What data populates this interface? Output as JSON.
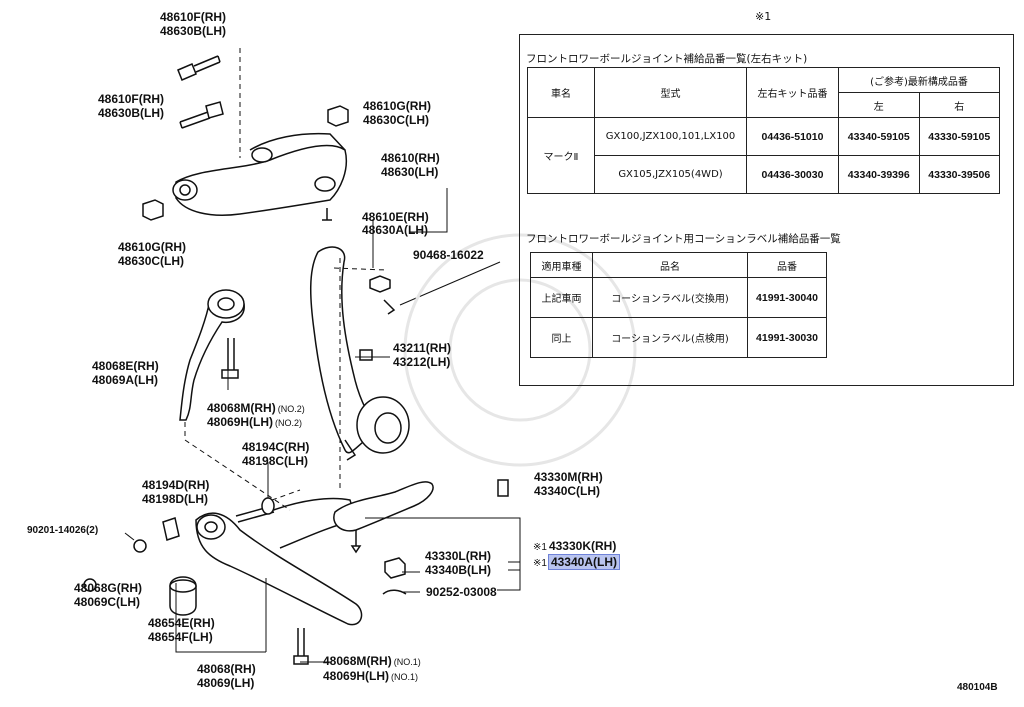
{
  "labels": {
    "l1": "48610F(RH)",
    "l2": "48630B(LH)",
    "l3": "48610F(RH)",
    "l4": "48630B(LH)",
    "l5": "48610G(RH)",
    "l6": "48630C(LH)",
    "l7": "48610(RH)",
    "l8": "48630(LH)",
    "l9": "48610E(RH)",
    "l10": "48630A(LH)",
    "l11": "90468-16022",
    "l12": "48610G(RH)",
    "l13": "48630C(LH)",
    "l14": "48068E(RH)",
    "l15": "48069A(LH)",
    "l16": "48068M(RH)",
    "l16t": "(NO.2)",
    "l17": "48069H(LH)",
    "l17t": "(NO.2)",
    "l18": "43211(RH)",
    "l19": "43212(LH)",
    "l20": "48194C(RH)",
    "l21": "48198C(LH)",
    "l22": "48194D(RH)",
    "l23": "48198D(LH)",
    "l24": "90201-14026(2)",
    "l25": "43330M(RH)",
    "l26": "43340C(LH)",
    "l27": "43330K(RH)",
    "l28": "43340A(LH)",
    "l29": "43330L(RH)",
    "l30": "43340B(LH)",
    "l31": "90252-03008",
    "l32": "48068G(RH)",
    "l33": "48069C(LH)",
    "l34": "48654E(RH)",
    "l35": "48654F(LH)",
    "l36": "48068(RH)",
    "l37": "48069(LH)",
    "l38": "48068M(RH)",
    "l38t": "(NO.1)",
    "l39": "48069H(LH)",
    "l39t": "(NO.1)",
    "mark": "※1"
  },
  "panel": {
    "note_mark": "※1",
    "table1_title": "フロントロワーボールジョイント補給品番一覧(左右キット)",
    "table1": {
      "h_car": "車名",
      "h_model": "型式",
      "h_kit": "左右キット品番",
      "h_ref": "(ご参考)最新構成品番",
      "h_left": "左",
      "h_right": "右",
      "car": "マークⅡ",
      "rows": [
        {
          "model": "GX100,JZX100,101,LX100",
          "kit": "04436-51010",
          "left": "43340-59105",
          "right": "43330-59105"
        },
        {
          "model": "GX105,JZX105(4WD)",
          "kit": "04436-30030",
          "left": "43340-39396",
          "right": "43330-39506"
        }
      ]
    },
    "table2_title": "フロントロワーボールジョイント用コーションラベル補給品番一覧",
    "table2": {
      "h_vehicle": "適用車種",
      "h_name": "品名",
      "h_part": "品番",
      "rows": [
        {
          "vehicle": "上記車両",
          "name": "コーションラベル(交換用)",
          "part": "41991-30040"
        },
        {
          "vehicle": "同上",
          "name": "コーションラベル(点検用)",
          "part": "41991-30030"
        }
      ]
    }
  },
  "footer_code": "480104B"
}
